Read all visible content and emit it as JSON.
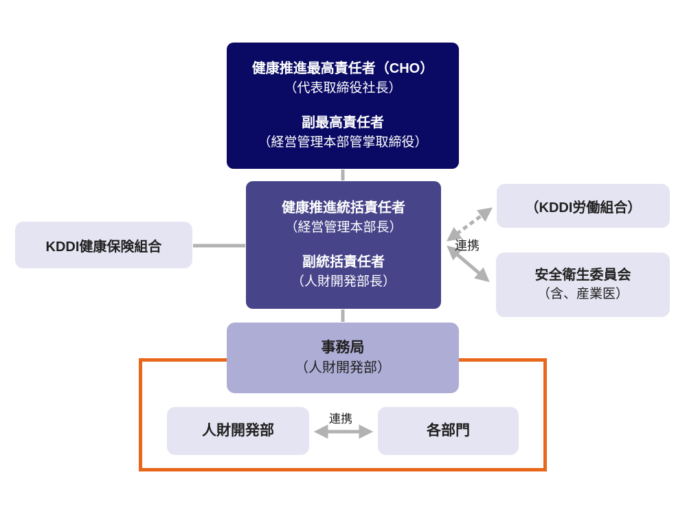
{
  "colors": {
    "navy": "#0a0a64",
    "indigo": "#47448a",
    "periwinkle": "#aeadd5",
    "lavender": "#e5e4f2",
    "connector_gray": "#b2b2b2",
    "orange_frame": "#e8671b",
    "text_dark": "#1f1f1f",
    "text_light": "#ffffff"
  },
  "boxes": {
    "cho": {
      "line1": "健康推進最高責任者（CHO）",
      "line2": "（代表取締役社長）",
      "line3": "副最高責任者",
      "line4": "（経営管理本部管掌取締役）"
    },
    "supervisor": {
      "line1": "健康推進統括責任者",
      "line2": "（経営管理本部長）",
      "line3": "副統括責任者",
      "line4": "（人財開発部長）"
    },
    "insurance": {
      "label": "KDDI健康保険組合"
    },
    "union": {
      "label": "（KDDI労働組合）"
    },
    "safety": {
      "line1": "安全衛生委員会",
      "line2": "（含、産業医）"
    },
    "secretariat": {
      "line1": "事務局",
      "line2": "（人財開発部）"
    },
    "hr": {
      "label": "人財開発部"
    },
    "departments": {
      "label": "各部門"
    }
  },
  "labels": {
    "collab_right": "連携",
    "collab_bottom": "連携"
  }
}
